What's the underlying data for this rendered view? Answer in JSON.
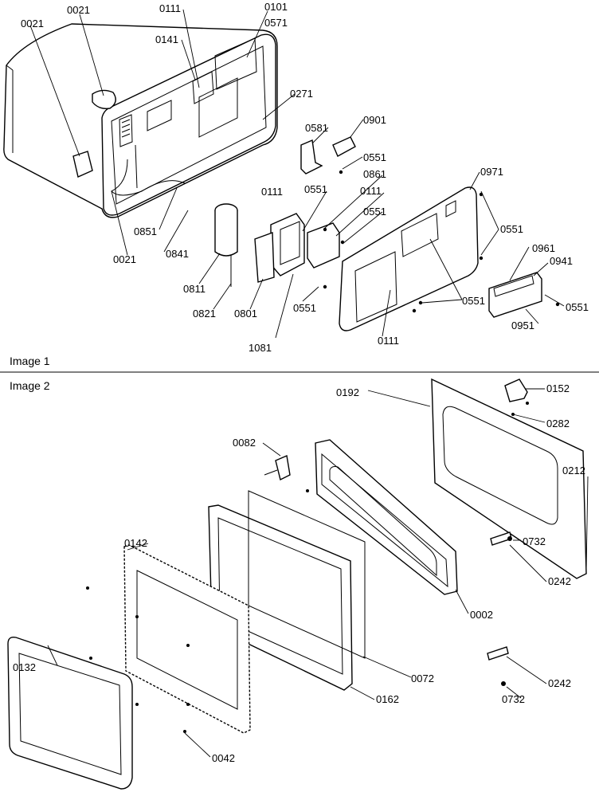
{
  "sections": [
    {
      "caption": "Image 1"
    },
    {
      "caption": "Image 2"
    }
  ],
  "labels": {
    "img1": {
      "l0021a": "0021",
      "l0021b": "0021",
      "l0111a": "0111",
      "l0101": "0101",
      "l0571": "0571",
      "l0141": "0141",
      "l0271": "0271",
      "l0901": "0901",
      "l0581": "0581",
      "l0551a": "0551",
      "l0861": "0861",
      "l0111b": "0111",
      "l0551b": "0551",
      "l0111c": "0111",
      "l0551c": "0551",
      "l0971": "0971",
      "l0551d": "0551",
      "l0961": "0961",
      "l0941": "0941",
      "l0851": "0851",
      "l0841": "0841",
      "l0021c": "0021",
      "l0811": "0811",
      "l0821": "0821",
      "l0801": "0801",
      "l0551e": "0551",
      "l1081": "1081",
      "l0551f": "0551",
      "l0551g": "0551",
      "l0951": "0951",
      "l0111d": "0111"
    },
    "img2": {
      "l0192": "0192",
      "l0152": "0152",
      "l0282": "0282",
      "l0082": "0082",
      "l0212": "0212",
      "l0142": "0142",
      "l0732a": "0732",
      "l0132": "0132",
      "l0242a": "0242",
      "l0002": "0002",
      "l0072": "0072",
      "l0242b": "0242",
      "l0162": "0162",
      "l0732b": "0732",
      "l0042": "0042"
    }
  }
}
